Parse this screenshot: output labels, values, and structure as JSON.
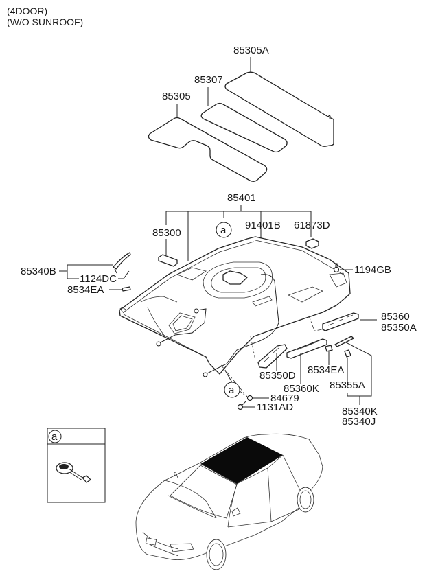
{
  "header": {
    "line1": "(4DOOR)",
    "line2": "(W/O SUNROOF)"
  },
  "parts": {
    "p85305A": "85305A",
    "p85307": "85307",
    "p85305": "85305",
    "p85401": "85401",
    "p85300": "85300",
    "callout_a": "a",
    "p91401B": "91401B",
    "p61873D": "61873D",
    "p85340B": "85340B",
    "p1124DC": "1124DC",
    "p8534EA_left": "8534EA",
    "p1194GB": "1194GB",
    "p85360": "85360",
    "p85350A": "85350A",
    "p85350D": "85350D",
    "p85360K": "85360K",
    "p8534EA_right": "8534EA",
    "p85355A": "85355A",
    "p85340K": "85340K",
    "p85340J": "85340J",
    "callout_a_lower": "a",
    "p84679": "84679",
    "p1131AD": "1131AD"
  },
  "inset": {
    "callout": "a"
  }
}
